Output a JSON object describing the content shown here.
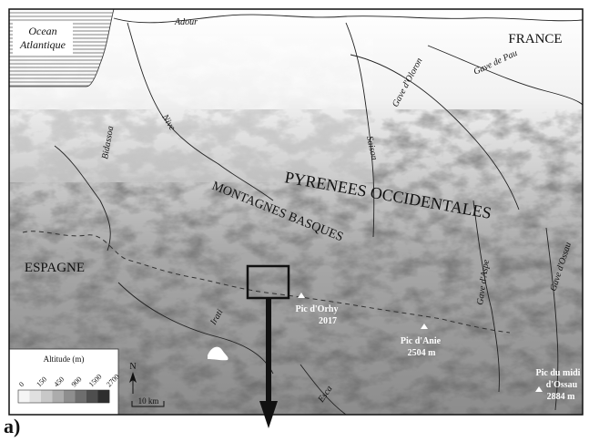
{
  "labels": {
    "ocean_line1": "Ocean",
    "ocean_line2": "Atlantique",
    "france": "FRANCE",
    "espagne": "ESPAGNE",
    "pyrenees": "PYRENEES OCCIDENTALES",
    "montagnes": "MONTAGNES BASQUES"
  },
  "rivers": {
    "adour": "Adour",
    "nive": "Nive",
    "bidassoa": "Bidassoa",
    "saison": "Saison",
    "gave_oloron": "Gave d'Oloron",
    "gave_pau": "Gave de Pau",
    "gave_aspe": "Gave d'Aspe",
    "gave_ossau": "Gave d'Ossau",
    "irati": "Irati",
    "esca": "Esca"
  },
  "peaks": {
    "orhy_name": "Pic d'Orhy",
    "orhy_alt": "2017",
    "anie_name": "Pic d'Anie",
    "anie_alt": "2504 m",
    "midi_line1": "Pic du midi",
    "midi_line2": "d'Ossau",
    "midi_alt": "2884 m"
  },
  "legend": {
    "title": "Altitude (m)",
    "ticks": [
      "0",
      "150",
      "450",
      "900",
      "1500",
      "2700"
    ],
    "colors": [
      "#f5f5f5",
      "#e0e0e0",
      "#c8c8c8",
      "#acacac",
      "#8e8e8e",
      "#6e6e6e",
      "#4e4e4e",
      "#2e2e2e"
    ]
  },
  "north_label": "N",
  "scale_label": "10 km",
  "panel_label": "a)"
}
